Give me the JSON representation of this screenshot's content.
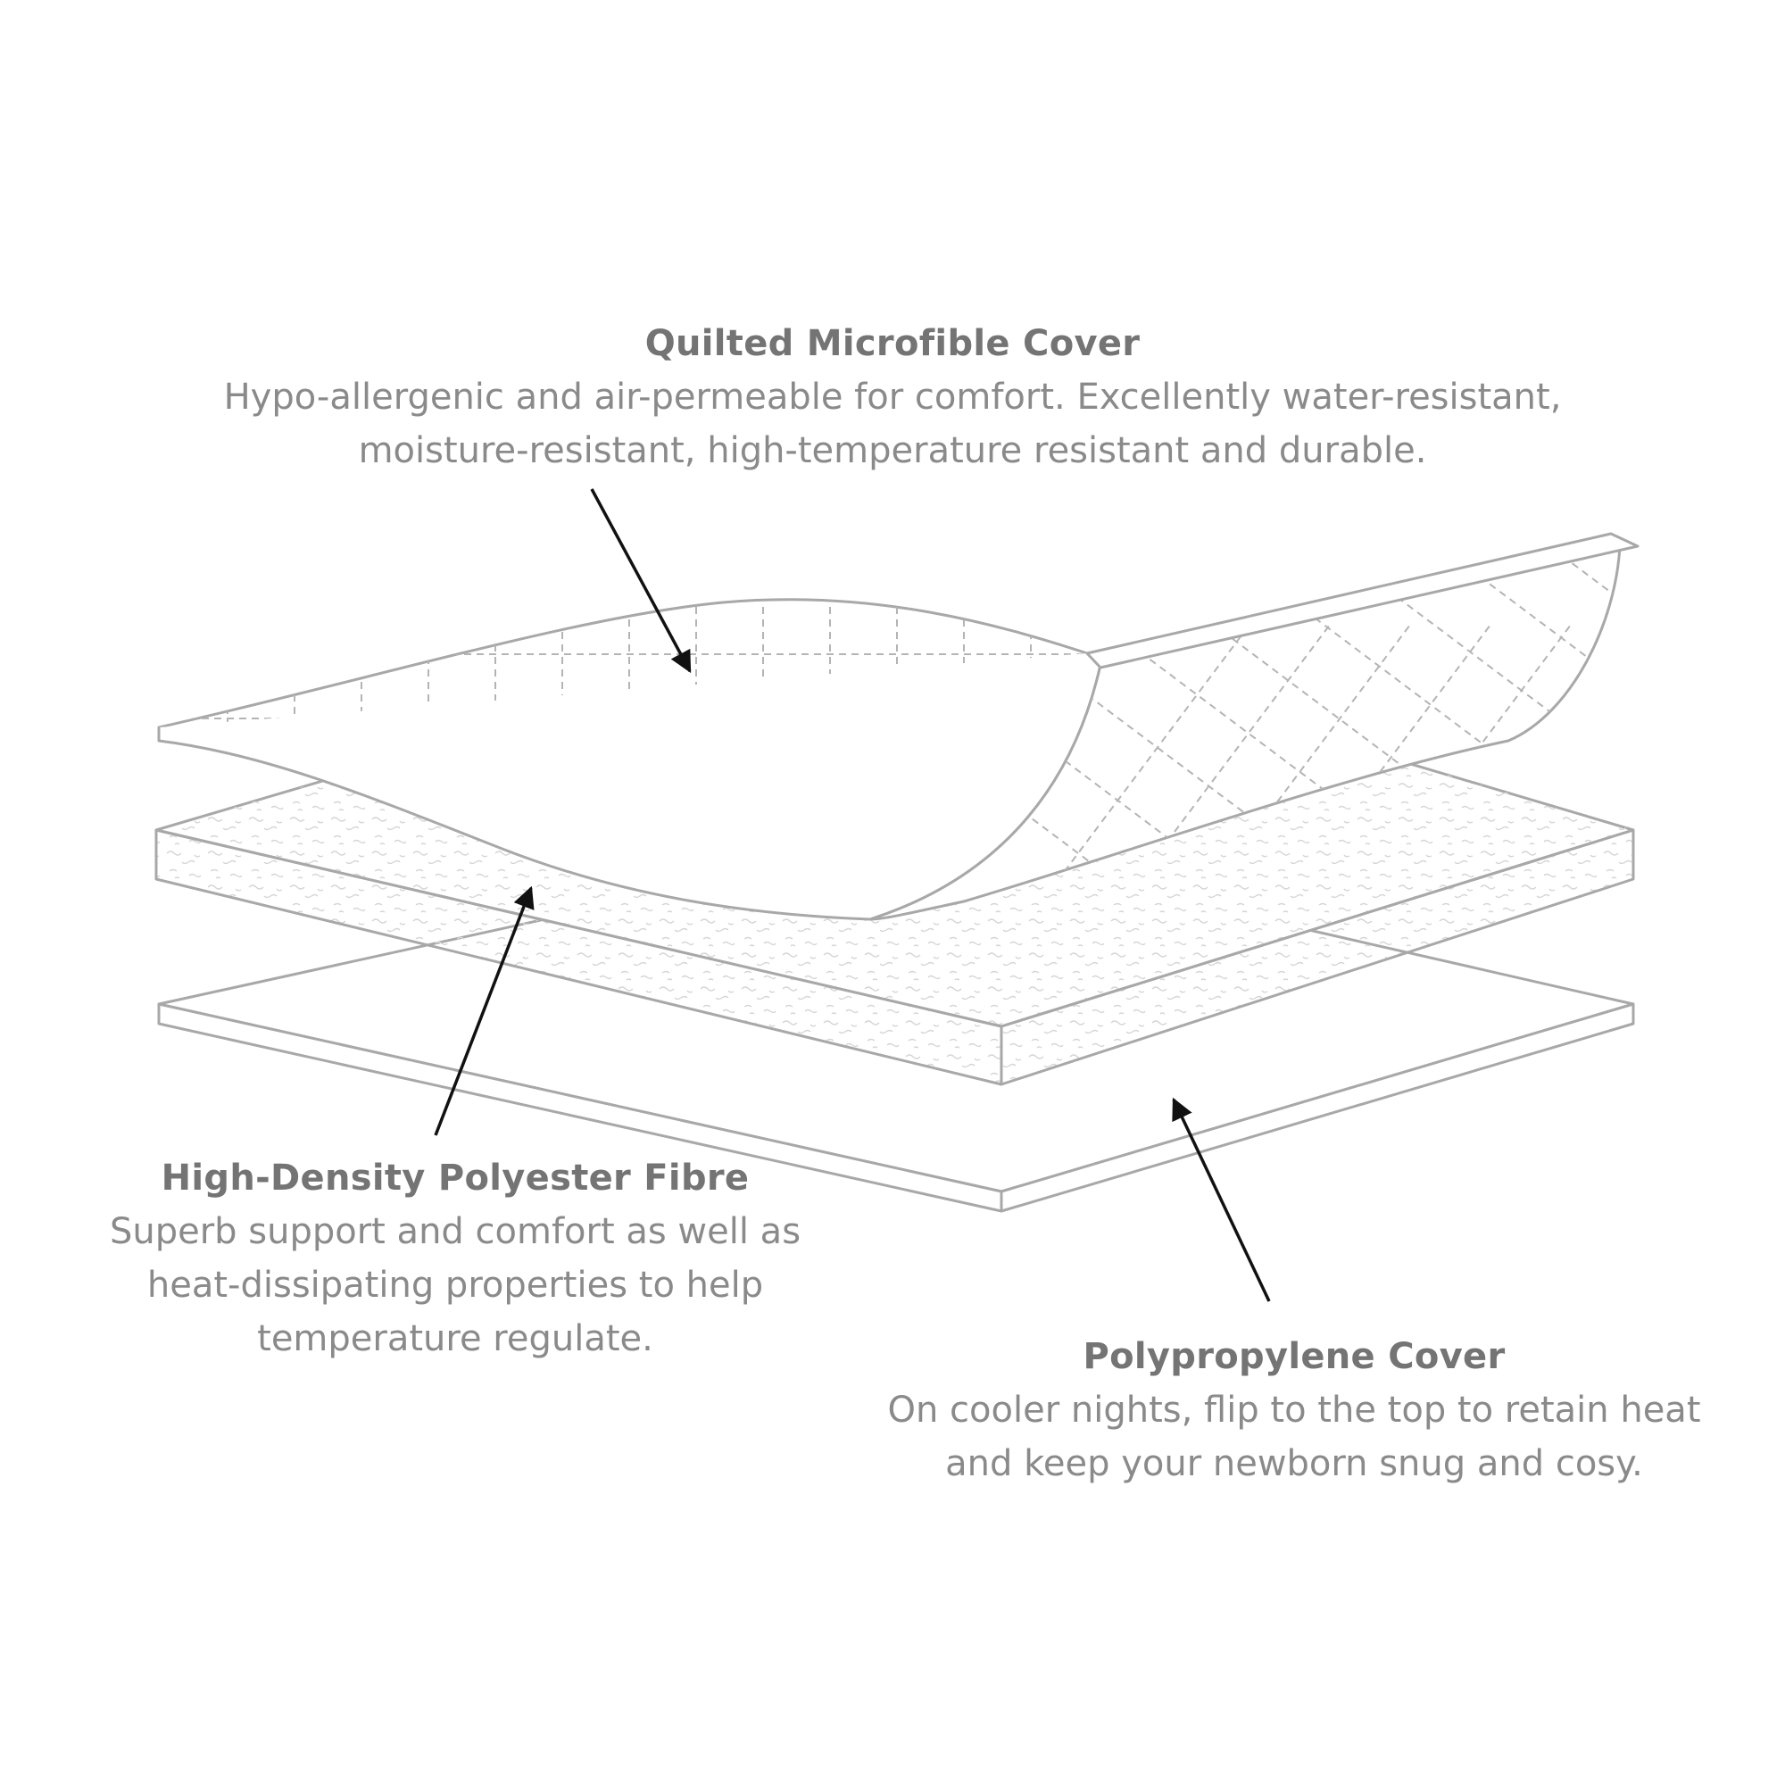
{
  "callouts": {
    "quilted_cover": {
      "title": "Quilted Microfible Cover",
      "lines": [
        "Hypo-allergenic and air-permeable for comfort. Excellently water-resistant,",
        "moisture-resistant, high-temperature resistant and durable."
      ]
    },
    "polyester_fibre": {
      "title": "High-Density Polyester Fibre",
      "lines": [
        "Superb support and comfort as well as",
        "heat-dissipating properties to help",
        "temperature regulate."
      ]
    },
    "polypropylene_cover": {
      "title": "Polypropylene Cover",
      "lines": [
        "On cooler nights, flip to the top to retain heat",
        "and keep your newborn snug and cosy."
      ]
    }
  },
  "colors": {
    "outline": "#a8a8a8",
    "stitch": "#b4b4b4",
    "texture": "#d6d6d6",
    "arrow": "#111111",
    "title_text": "#747474",
    "body_text": "#8a8a8a"
  }
}
